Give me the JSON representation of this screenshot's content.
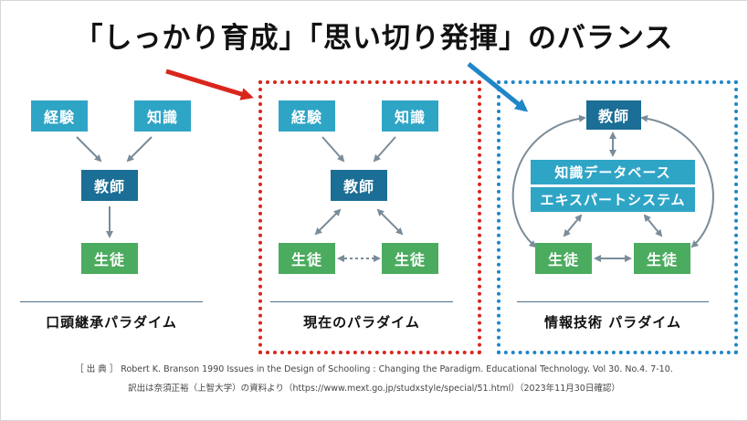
{
  "title": "「しっかり育成」「思い切り発揮」のバランス",
  "nodes": {
    "keiken": "経験",
    "chishiki": "知識",
    "kyoshi": "教師",
    "seito": "生徒",
    "knowledge_db": "知識データベース",
    "expert_system": "エキスパートシステム"
  },
  "paradigms": {
    "oral": "口頭継承パラダイム",
    "current": "現在のパラダイム",
    "it": "情報技術 パラダイム"
  },
  "source": {
    "line1": "［ 出 典 ］ Robert K. Branson 1990 Issues in the Design of Schooling : Changing the Paradigm. Educational Technology. Vol 30. No.4. 7-10.",
    "line2": "訳出は奈須正裕（上智大学）の資料より（https://www.mext.go.jp/studxstyle/special/51.html）（2023年11月30日確認）"
  },
  "colors": {
    "light_box": "#2fa5c6",
    "dark_box": "#1b6e95",
    "student_box": "#4bab5f",
    "red_frame": "#d9261c",
    "blue_frame": "#1f86c8"
  }
}
